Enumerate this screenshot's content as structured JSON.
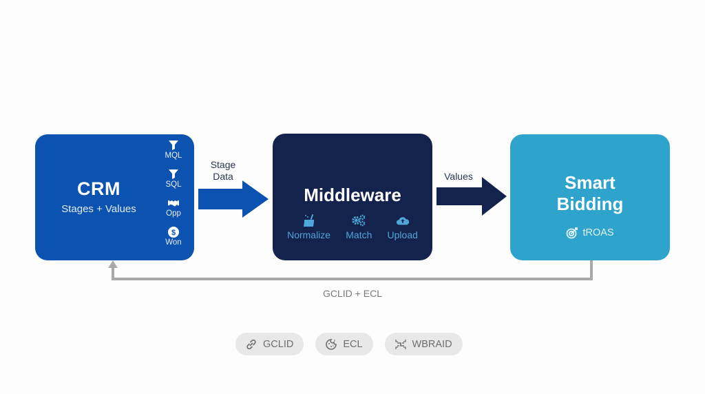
{
  "nodes": {
    "crm": {
      "title": "CRM",
      "subtitle": "Stages + Values",
      "color": "#0c52b0",
      "stages": [
        {
          "label": "MQL",
          "icon": "funnel-icon"
        },
        {
          "label": "SQL",
          "icon": "funnel-icon"
        },
        {
          "label": "Opp",
          "icon": "handshake-icon"
        },
        {
          "label": "Won",
          "icon": "dollar-icon"
        }
      ]
    },
    "middleware": {
      "title": "Middleware",
      "color": "#14224e",
      "tools": [
        {
          "label": "Normalize",
          "icon": "broom-icon"
        },
        {
          "label": "Match",
          "icon": "gears-icon"
        },
        {
          "label": "Upload",
          "icon": "cloud-upload-icon"
        }
      ]
    },
    "smart_bidding": {
      "title_line1": "Smart",
      "title_line2": "Bidding",
      "tag": "tROAS",
      "tag_icon": "target-icon",
      "color": "#2ea3cc"
    }
  },
  "edges": {
    "crm_to_middleware": {
      "label_line1": "Stage",
      "label_line2": "Data",
      "color": "#0c52b0"
    },
    "middleware_to_smart": {
      "label": "Values",
      "color": "#14224e"
    },
    "feedback_loop": {
      "label": "GCLID + ECL",
      "color": "#a9a9a9"
    }
  },
  "chips": [
    {
      "label": "GCLID",
      "icon": "link-icon"
    },
    {
      "label": "ECL",
      "icon": "cookie-icon"
    },
    {
      "label": "WBRAID",
      "icon": "connect-icon"
    }
  ]
}
